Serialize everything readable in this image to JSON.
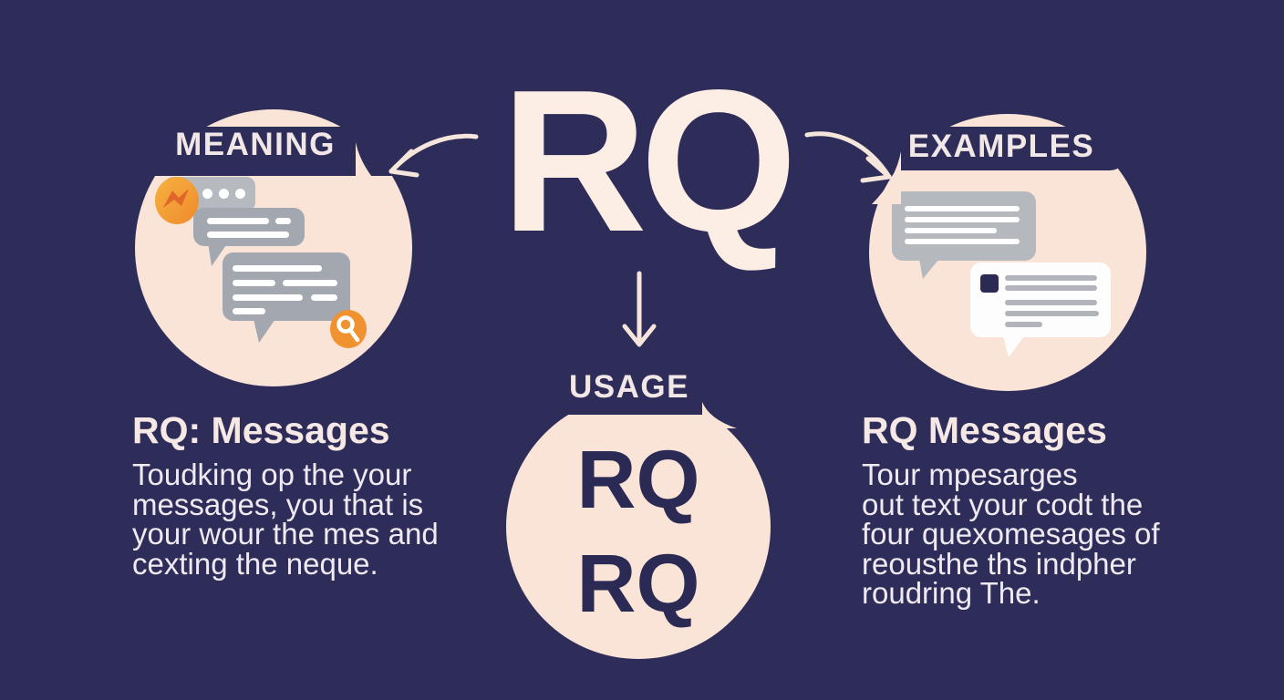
{
  "title": "RQ",
  "colors": {
    "background": "#2e2d5a",
    "bubble_circle": "#fae4d8",
    "accent_text": "#fceee4",
    "label_text": "#f2e7e7",
    "body_text": "#efe9f2",
    "navy_text": "#2b2a55",
    "gray_bubble": "#a3a7af",
    "light_gray_bubble": "#b6b9c0",
    "white_bubble": "#fdfdfd",
    "orange": "#f29d3a",
    "orange_dark": "#e0662a"
  },
  "sections": {
    "meaning": {
      "label": "MEANING"
    },
    "usage": {
      "label": "USAGE",
      "term_lines": [
        "RQ",
        "RQ"
      ]
    },
    "examples": {
      "label": "EXAMPLES"
    }
  },
  "meaning_text": {
    "heading": "RQ: Messages",
    "lines": [
      "Toudking op the your",
      "messages, you that is",
      "your wour the mes and",
      "cexting the neque."
    ]
  },
  "examples_text": {
    "heading": "RQ Messages",
    "lines": [
      "Tour mpesarges",
      "out text your codt the",
      "four quexomesages of",
      "reousthe ths indpher",
      "roudring The."
    ]
  },
  "icons": {
    "meaning_badge": "messenger-bolt-icon",
    "meaning_search": "search-icon",
    "typing_indicator": "typing-dots-icon"
  }
}
